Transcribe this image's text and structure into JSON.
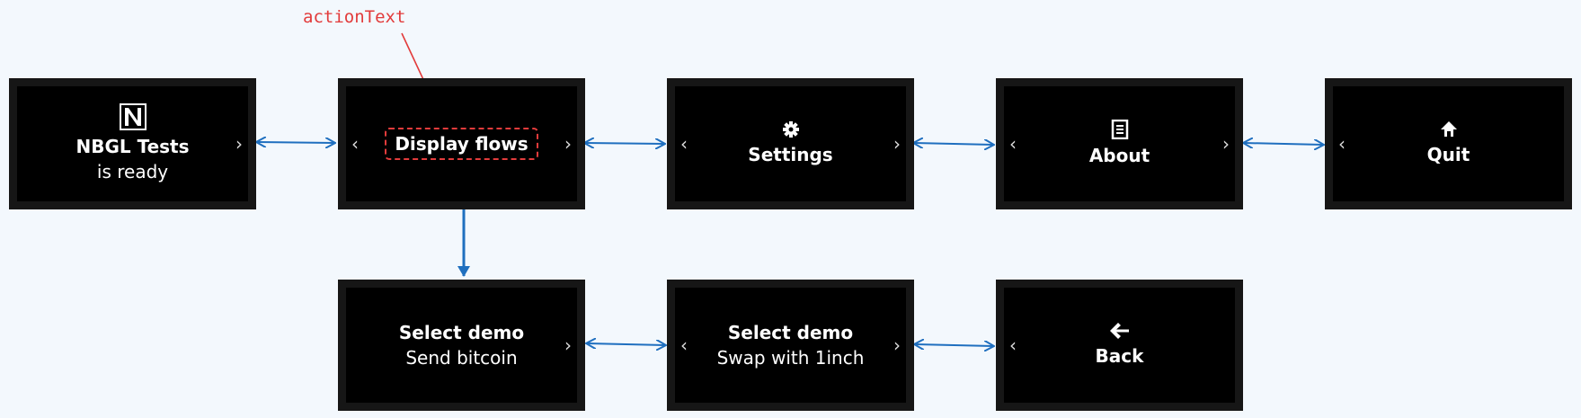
{
  "annotation": {
    "label": "actionText"
  },
  "screens_top": [
    {
      "title": "NBGL Tests",
      "subtitle": "is ready",
      "icon": "nano-logo-icon"
    },
    {
      "title": "Display flows",
      "icon": ""
    },
    {
      "title": "Settings",
      "icon": "gear-icon"
    },
    {
      "title": "About",
      "icon": "document-icon"
    },
    {
      "title": "Quit",
      "icon": "home-icon"
    }
  ],
  "screens_bottom": [
    {
      "title": "Select demo",
      "subtitle": "Send bitcoin"
    },
    {
      "title": "Select demo",
      "subtitle": "Swap with 1inch"
    },
    {
      "title": "Back",
      "icon": "back-arrow-icon"
    }
  ],
  "nav": {
    "left": "‹",
    "right": "›"
  },
  "colors": {
    "arrow": "#1f6fbf",
    "annotation": "#e23b3b",
    "background": "#f3f8fd"
  }
}
